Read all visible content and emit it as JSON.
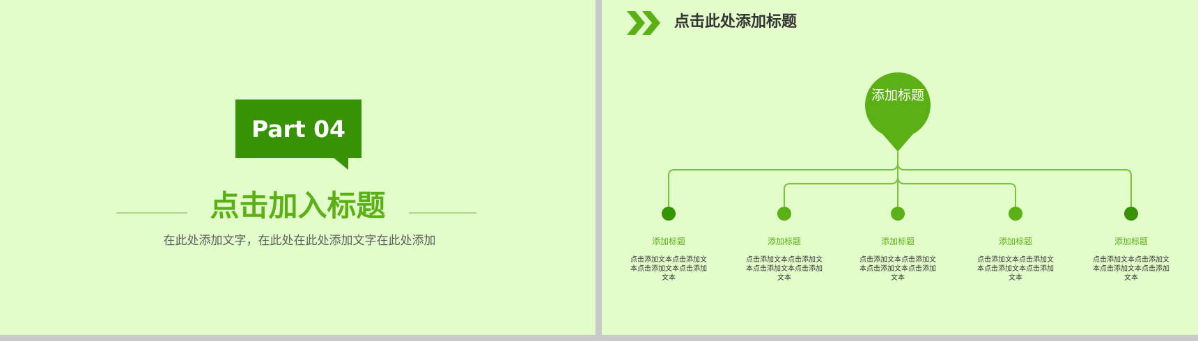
{
  "left_slide": {
    "part_label": "Part 04",
    "title": "点击加入标题",
    "subtitle": "在此处添加文字，在此处在此处添加文字在此处添加"
  },
  "right_slide": {
    "header_title": "点击此处添加标题",
    "pin_label": "添加标题",
    "nodes": [
      {
        "title": "添加标题",
        "text": "点击添加文本点击添加文本点击添加文本点击添加文本"
      },
      {
        "title": "添加标题",
        "text": "点击添加文本点击添加文本点击添加文本点击添加文本"
      },
      {
        "title": "添加标题",
        "text": "点击添加文本点击添加文本点击添加文本点击添加文本"
      },
      {
        "title": "添加标题",
        "text": "点击添加文本点击添加文本点击添加文本点击添加文本"
      },
      {
        "title": "添加标题",
        "text": "点击添加文本点击添加文本点击添加文本点击添加文本"
      }
    ]
  },
  "colors": {
    "background": "#e3fdca",
    "dark_green": "#369404",
    "accent_green": "#5bb015",
    "line_green": "#7ac13d",
    "gap_gray": "#c9c9c9"
  },
  "icons": {
    "header": "double-chevron-right-icon",
    "pin": "map-pin-icon",
    "node": "dot-icon"
  }
}
